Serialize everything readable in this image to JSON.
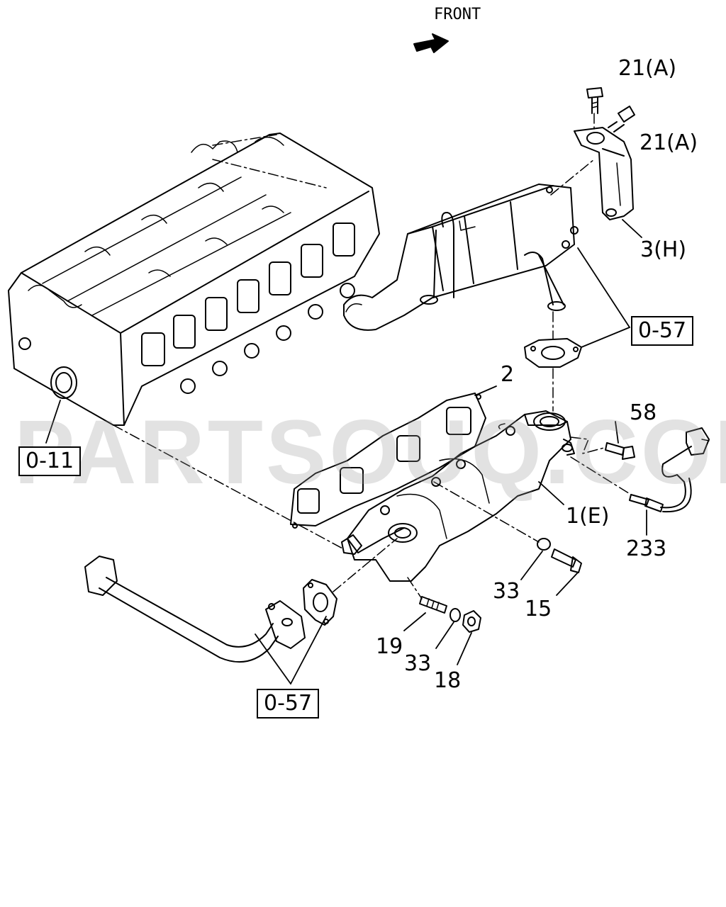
{
  "front_label": "FRONT",
  "watermark": "PARTSOUQ.COM",
  "callouts": {
    "c21a_top": "21(A)",
    "c21a_mid": "21(A)",
    "c3h": "3(H)",
    "c2": "2",
    "c58": "58",
    "c1e": "1(E)",
    "c233": "233",
    "c33_right": "33",
    "c15": "15",
    "c19": "19",
    "c33_bottom": "33",
    "c18": "18"
  },
  "refs": {
    "ref_o57_right": "0-57",
    "ref_o11": "0-11",
    "ref_o57_bottom": "0-57"
  }
}
